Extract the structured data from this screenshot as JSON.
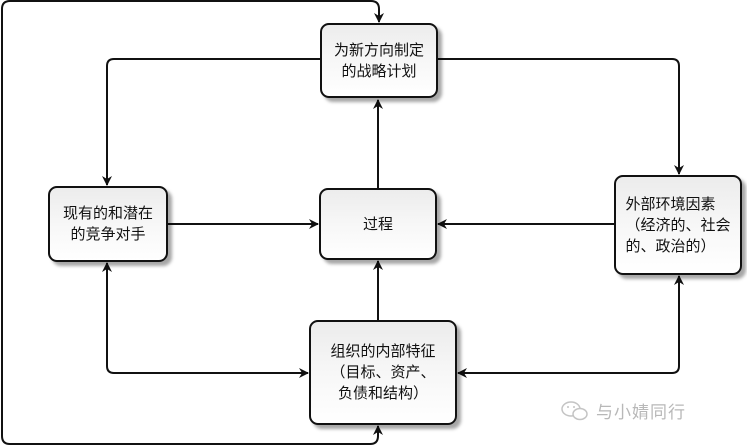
{
  "diagram": {
    "nodes": {
      "strategy": {
        "lines": [
          "为新方向制定",
          "的战略计划"
        ]
      },
      "competitors": {
        "lines": [
          "现有的和潜在",
          "的竞争对手"
        ]
      },
      "process": {
        "lines": [
          "过程"
        ]
      },
      "external": {
        "lines": [
          "外部环境因素",
          "（经济的、社会",
          "的、政治的）"
        ]
      },
      "internal": {
        "lines": [
          "组织的内部特征",
          "（目标、资产、",
          "负债和结构）"
        ]
      }
    },
    "edges": [
      {
        "from": "process",
        "to": "strategy"
      },
      {
        "from": "strategy",
        "to": "competitors"
      },
      {
        "from": "strategy",
        "to": "external"
      },
      {
        "from": "competitors",
        "to": "process"
      },
      {
        "from": "external",
        "to": "process"
      },
      {
        "from": "internal",
        "to": "process"
      },
      {
        "from": "competitors",
        "to": "internal",
        "bidirectional": true
      },
      {
        "from": "external",
        "to": "internal",
        "bidirectional": true
      },
      {
        "from": "internal",
        "to": "strategy",
        "via": "outer-left-loop"
      }
    ],
    "line_color": "#111111"
  },
  "watermark": {
    "text": "与小婧同行",
    "icon": "wechat-icon"
  }
}
